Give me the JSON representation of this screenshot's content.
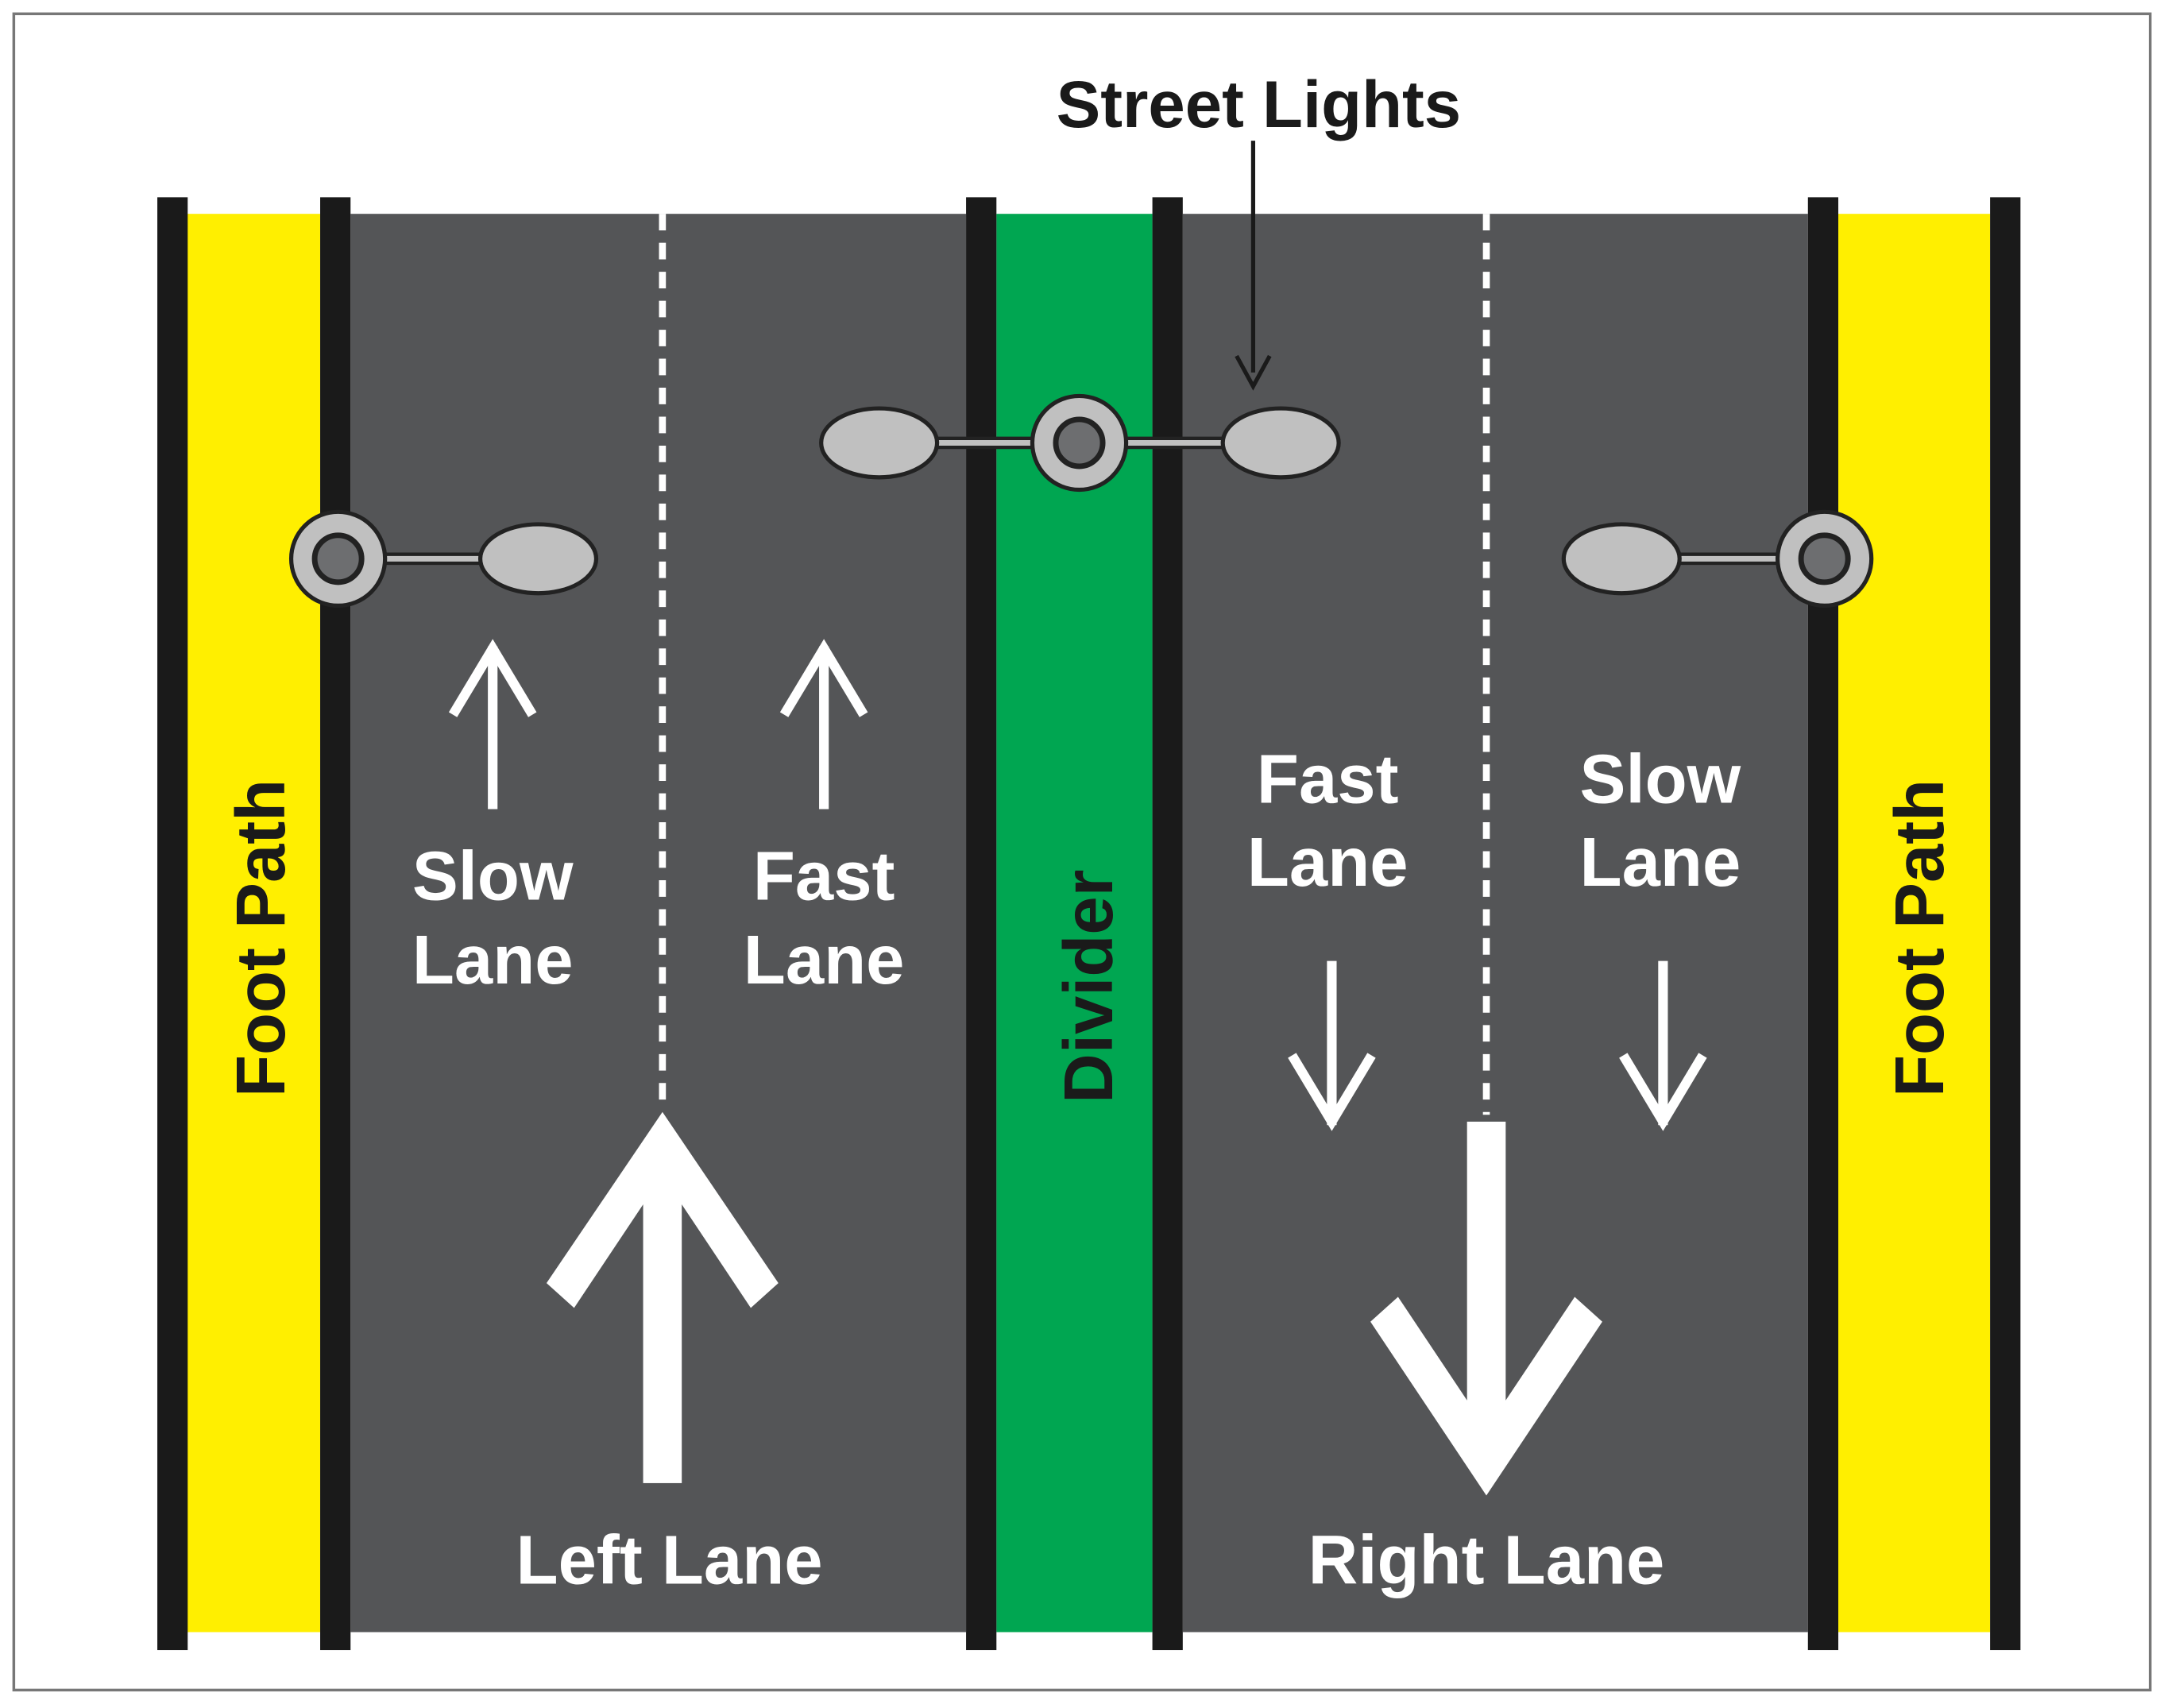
{
  "title": "Street Lights",
  "labels": {
    "foot_path_left": "Foot Path",
    "foot_path_right": "Foot Path",
    "divider": "Divider",
    "left_lane": "Left Lane",
    "right_lane": "Right Lane",
    "left_slow_1": "Slow",
    "left_slow_2": "Lane",
    "left_fast_1": "Fast",
    "left_fast_2": "Lane",
    "right_fast_1": "Fast",
    "right_fast_2": "Lane",
    "right_slow_1": "Slow",
    "right_slow_2": "Lane"
  },
  "colors": {
    "road": "#545557",
    "foot_path": "#ffef00",
    "divider": "#00a651",
    "curb": "#1a1a1a",
    "lamp": "#c0c0c0",
    "pole_inner": "#6d6e70"
  }
}
